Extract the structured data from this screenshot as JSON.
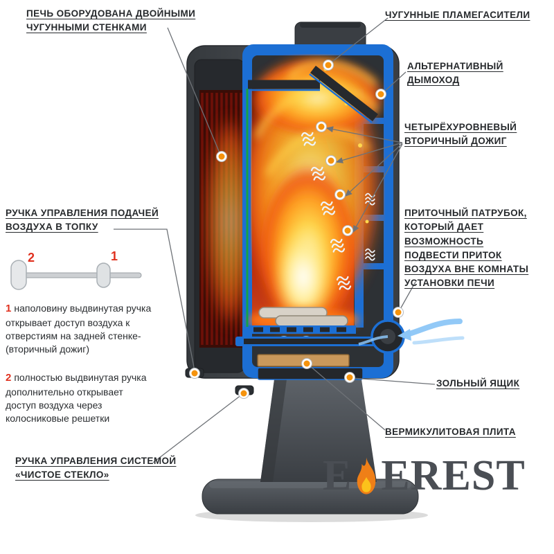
{
  "labels": {
    "double_walls": "ПЕЧЬ ОБОРУДОВАНА ДВОЙНЫМИ\nЧУГУННЫМИ СТЕНКАМИ",
    "flame_arresters": "ЧУГУННЫЕ ПЛАМЕГАСИТЕЛИ",
    "alt_chimney": "АЛЬТЕРНАТИВНЫЙ\nДЫМОХОД",
    "secondary_afterburn": "ЧЕТЫРЁХУРОВНЕВЫЙ\nВТОРИЧНЫЙ ДОЖИГ",
    "air_inlet": "ПРИТОЧНЫЙ ПАТРУБОК,\nКОТОРЫЙ ДАЕТ\nВОЗМОЖНОСТЬ\nПОДВЕСТИ ПРИТОК\nВОЗДУХА ВНЕ КОМНАТЫ\nУСТАНОВКИ ПЕЧИ",
    "ash_box": "ЗОЛЬНЫЙ ЯЩИК",
    "vermiculite_plate": "ВЕРМИКУЛИТОВАЯ ПЛИТА",
    "air_control_handle": "РУЧКА УПРАВЛЕНИЯ ПОДАЧЕЙ\nВОЗДУХА В ТОПКУ",
    "clean_glass_handle": "РУЧКА УПРАВЛЕНИЯ СИСТЕМОЙ\n«ЧИСТОЕ СТЕКЛО»"
  },
  "handle_diagram": {
    "position_left": "2",
    "position_right": "1"
  },
  "notes": {
    "n1": {
      "num": "1",
      "text": "наполовину выдвинутая ручка\nоткрывает доступ воздуха к\nотверстиям на задней стенке-\n(вторичный дожиг)"
    },
    "n2": {
      "num": "2",
      "text": "полностью выдвинутая ручка\nдополнительно открывает\nдоступ воздуха через\nколосниковые решетки"
    }
  },
  "logo": {
    "name": "EVEREST",
    "left": "E",
    "right": "EREST"
  },
  "colors": {
    "accent_blue": "#1c6fd4",
    "marker_orange": "#f5930d",
    "note_number_red": "#e0301e",
    "text_dark": "#26292c",
    "flame_orange": "#ef7f17",
    "firebox_red": "#aa2410"
  }
}
